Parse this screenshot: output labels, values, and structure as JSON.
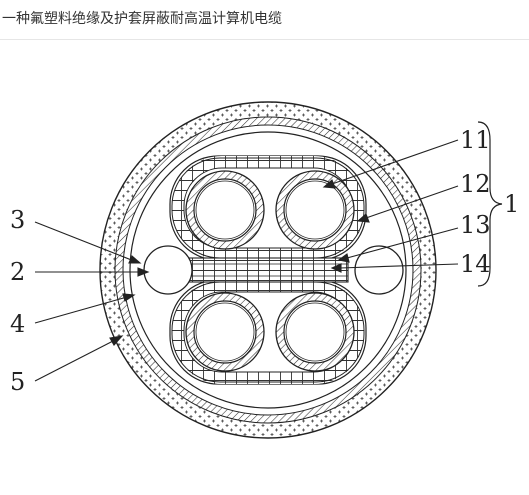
{
  "title": "一种氟塑料绝缘及护套屏蔽耐高温计算机电缆",
  "labels": {
    "l1": "1",
    "l2": "2",
    "l3": "3",
    "l4": "4",
    "l5": "5",
    "l11": "11",
    "l12": "12",
    "l13": "13",
    "l14": "14"
  },
  "colors": {
    "line": "#222222",
    "background": "#ffffff"
  }
}
